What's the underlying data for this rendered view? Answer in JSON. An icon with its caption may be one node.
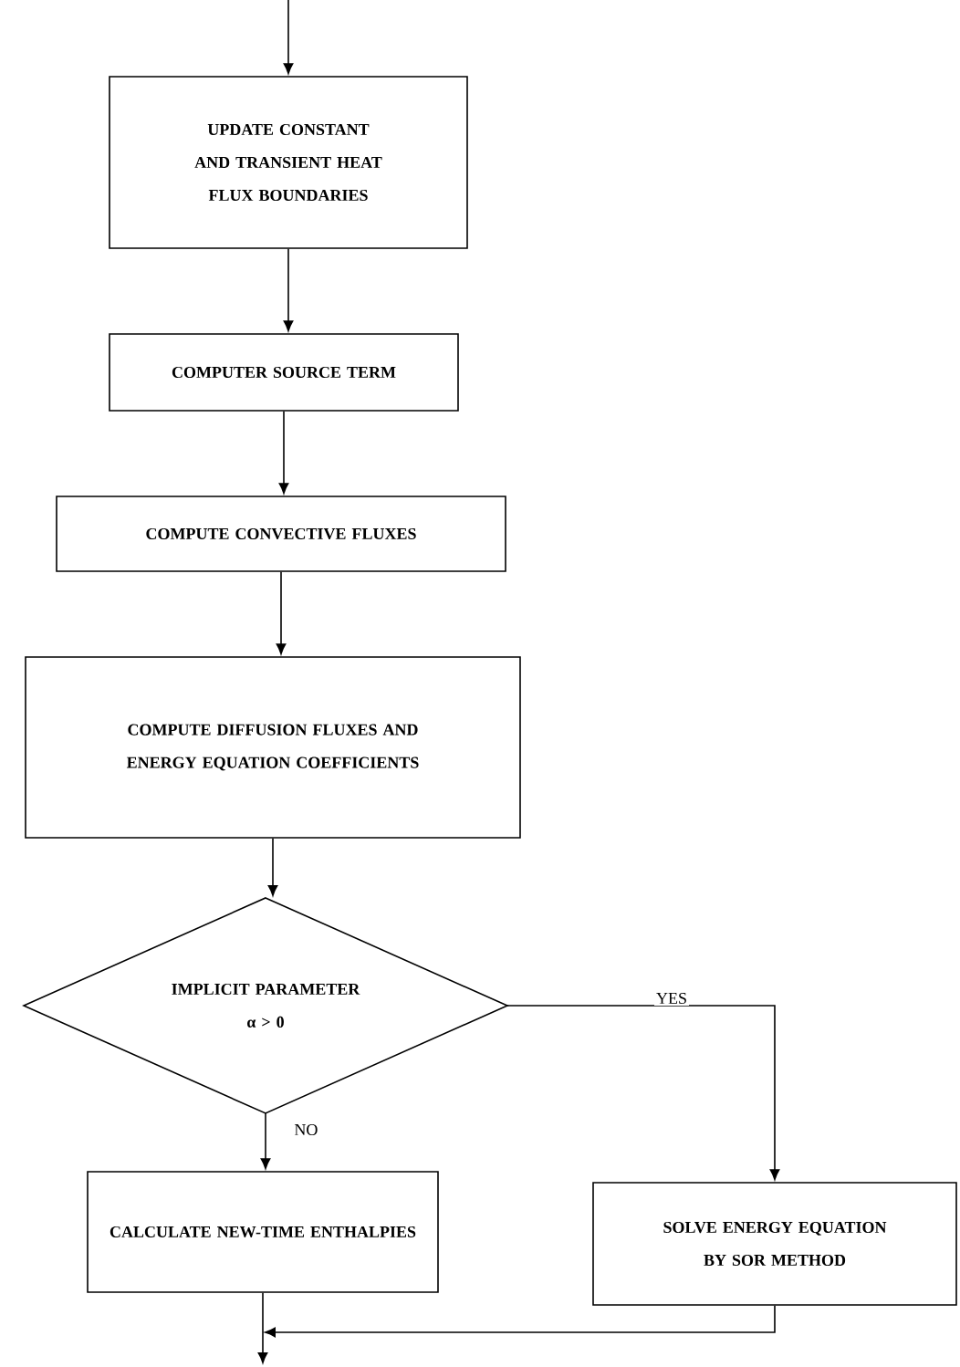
{
  "diagram": {
    "nodes": [
      {
        "text": [
          "UPDATE CONSTANT AND TRANSIENT HEAT FLUX BOUNDARIES"
        ]
      },
      {
        "text": [
          "COMPUTER SOURCE TERM"
        ]
      },
      {
        "text": [
          "COMPUTE CONVECTIVE FLUXES"
        ]
      },
      {
        "text": [
          "COMPUTE DIFFUSION FLUXES AND ENERGY EQUATION COEFFICIENTS"
        ]
      },
      {
        "text": [
          "IMPLICIT PARAMETER",
          "α > 0"
        ]
      },
      {
        "text": [
          "CALCULATE NEW-TIME ENTHALPIES"
        ]
      },
      {
        "text": [
          "SOLVE ENERGY EQUATION BY SOR METHOD"
        ]
      }
    ],
    "edges": [
      {
        "from": null,
        "to": 0,
        "arrow": "to"
      },
      {
        "from": 0,
        "to": 1,
        "arrow": "to"
      },
      {
        "from": 1,
        "to": 2,
        "arrow": "to"
      },
      {
        "from": 2,
        "to": 3,
        "arrow": "to"
      },
      {
        "from": 3,
        "to": 4,
        "arrow": "to"
      },
      {
        "from": 4,
        "to": 5,
        "arrow": "to",
        "label": "NO"
      },
      {
        "from": 4,
        "to": 6,
        "arrow": "to",
        "label": "YES"
      },
      {
        "from": 5,
        "to": null,
        "arrow": "to"
      },
      {
        "from": 6,
        "to": null,
        "arrow": "to"
      }
    ]
  }
}
